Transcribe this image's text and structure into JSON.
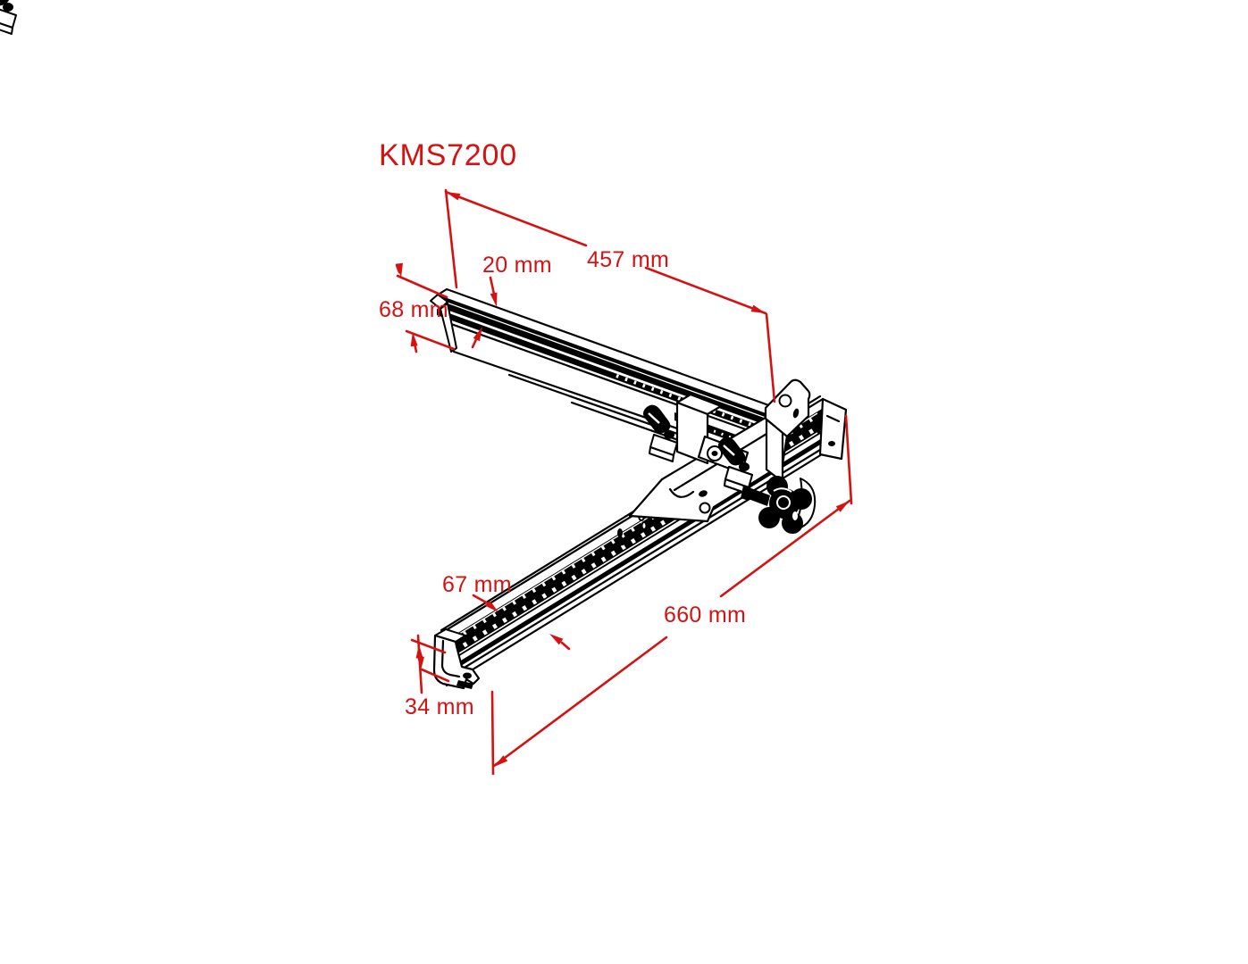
{
  "page": {
    "background": "#ffffff"
  },
  "drawing": {
    "product_code": "KMS7200",
    "annotation_color": "#d51212",
    "line_color": "#000000",
    "labels": {
      "fence_length": "457 mm",
      "slot_offset": "20 mm",
      "fence_height": "68 mm",
      "rail_width": "67 mm",
      "rail_length": "660 mm",
      "rail_end_height": "34 mm"
    }
  }
}
